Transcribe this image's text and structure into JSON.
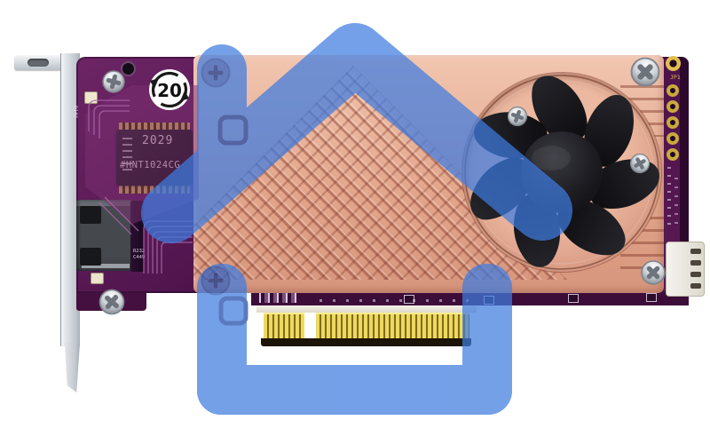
{
  "scene": {
    "type": "product-photo",
    "subject": "PCIe network expansion card with copper heatsink, cooling fan and translucent blue home icon overlay",
    "background_color": "#ffffff"
  },
  "overlay": {
    "icon": "home-icon",
    "color": "#3f7ce0",
    "opacity": "0.72"
  },
  "card": {
    "bracket": {
      "color": "#dde2e6"
    },
    "pcb": {
      "color": "#551850"
    },
    "heatsink": {
      "color": "#e7ab91"
    },
    "fan": {
      "blade_count": 7,
      "color": "#17171b"
    },
    "chip": {
      "marking_line1": "2029",
      "marking_line2": "#HNT1024CG"
    },
    "efup_badge": {
      "value": "20"
    },
    "silkscreen": {
      "jumper": "JP1",
      "led": "D101",
      "r_label": "R232",
      "c_label": "C449"
    },
    "edge_connector": {
      "gold_color": "#e8d45c"
    },
    "fan_header": {
      "pin_count": 4
    }
  }
}
